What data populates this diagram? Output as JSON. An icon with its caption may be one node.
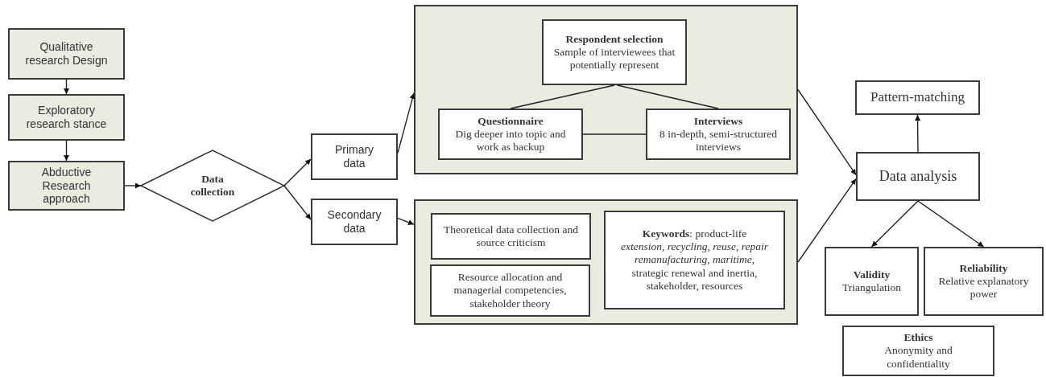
{
  "diagram": {
    "nodes": [
      {
        "text": [
          "Qualitative research Design"
        ]
      },
      {
        "text": [
          "Exploratory research stance"
        ]
      },
      {
        "text": [
          "Abductive Research approach"
        ]
      },
      {
        "text": [
          "Data collection"
        ]
      },
      {
        "text": [
          "Primary data"
        ]
      },
      {
        "text": [
          "Secondary data"
        ]
      },
      {
        "text": [],
        "shape": "box"
      },
      {
        "text": [
          "Respondent selection",
          "Sample of interviewees that potentially represent"
        ],
        "in": 6
      },
      {
        "text": [
          "Questionnaire",
          "Dig deeper into topic and work as backup"
        ],
        "in": 6
      },
      {
        "text": [
          "Interviews",
          "8 in-depth, semi-structured interviews"
        ],
        "in": 6
      },
      {
        "text": [],
        "shape": "box"
      },
      {
        "text": [
          "Theoretical data collection and source criticism"
        ],
        "in": 10
      },
      {
        "text": [
          "Resource allocation and managerial competencies, stakeholder theory"
        ],
        "in": 10
      },
      {
        "text": [
          "**Keywords**: product-life *extension, recycling, reuse, repair remanufacturing, maritime*, strategic renewal and inertia, stakeholder, resources"
        ],
        "in": 10
      },
      {
        "text": [
          "Pattern-matching"
        ]
      },
      {
        "text": [
          "Data analysis"
        ]
      },
      {
        "text": [
          "Validity",
          "Triangulation"
        ]
      },
      {
        "text": [
          "Reliability",
          "Relative explanatory power"
        ]
      },
      {
        "text": [
          "Ethics",
          "Anonymity and confidentiality"
        ]
      }
    ],
    "edges": [
      {
        "from": 0,
        "to": 1,
        "arrow": "to"
      },
      {
        "from": 1,
        "to": 2,
        "arrow": "to"
      },
      {
        "from": 2,
        "to": 3,
        "arrow": "to"
      },
      {
        "from": 3,
        "to": 4,
        "arrow": "to"
      },
      {
        "from": 3,
        "to": 5,
        "arrow": "to"
      },
      {
        "from": 4,
        "to": 6,
        "arrow": "to"
      },
      {
        "from": 5,
        "to": 10,
        "arrow": "to"
      },
      {
        "from": 7,
        "to": 8,
        "arrow": "none"
      },
      {
        "from": 7,
        "to": 9,
        "arrow": "none"
      },
      {
        "from": 8,
        "to": 9,
        "arrow": "none"
      },
      {
        "from": 6,
        "to": 15,
        "arrow": "to"
      },
      {
        "from": 10,
        "to": 15,
        "arrow": "to"
      },
      {
        "from": 15,
        "to": 14,
        "arrow": "to"
      },
      {
        "from": 15,
        "to": 16,
        "arrow": "to"
      },
      {
        "from": 15,
        "to": 17,
        "arrow": "to"
      }
    ]
  }
}
